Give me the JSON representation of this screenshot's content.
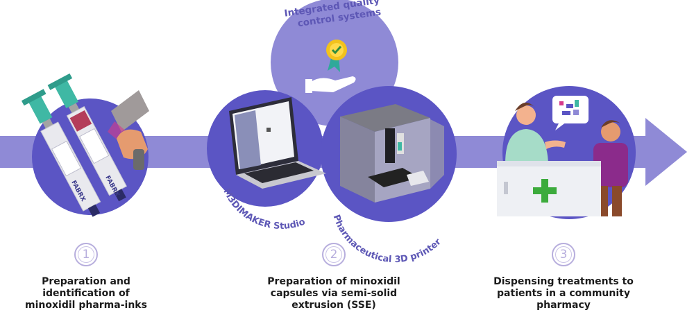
{
  "top_label": "Integrated quality\ncontrol systems",
  "software_label": "M3DIMAKER Studio",
  "printer_label": "Pharmaceutical 3D printer",
  "syringe_brand": "FABRX",
  "steps": [
    {
      "number": "1",
      "text": "Preparation and\nidentification of\nminoxidil pharma-inks"
    },
    {
      "number": "2",
      "text": "Preparation of minoxidil\ncapsules via semi-solid\nextrusion (SSE)"
    },
    {
      "number": "3",
      "text": "Dispensing treatments to\npatients in a community\npharmacy"
    }
  ],
  "colors": {
    "arrow": "#8f8ad6",
    "circle_dark": "#5b55c4",
    "circle_light": "#8f8ad6",
    "accent_green": "#3cab3c",
    "teal": "#4ec7b4"
  }
}
